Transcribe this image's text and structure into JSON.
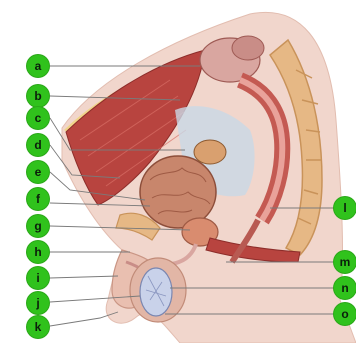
{
  "labels": {
    "left": [
      "a",
      "b",
      "c",
      "d",
      "e",
      "f",
      "g",
      "h",
      "i",
      "j",
      "k"
    ],
    "right": [
      "l",
      "m",
      "n",
      "o"
    ]
  },
  "colors": {
    "badge": "#30c21c",
    "leader": "#7a7a7a",
    "muscle": "#b8443f",
    "bone": "#e6b885",
    "skin": "#f1d6cc",
    "fat": "#f0d48a",
    "peritoneum": "#c9d8e6"
  }
}
